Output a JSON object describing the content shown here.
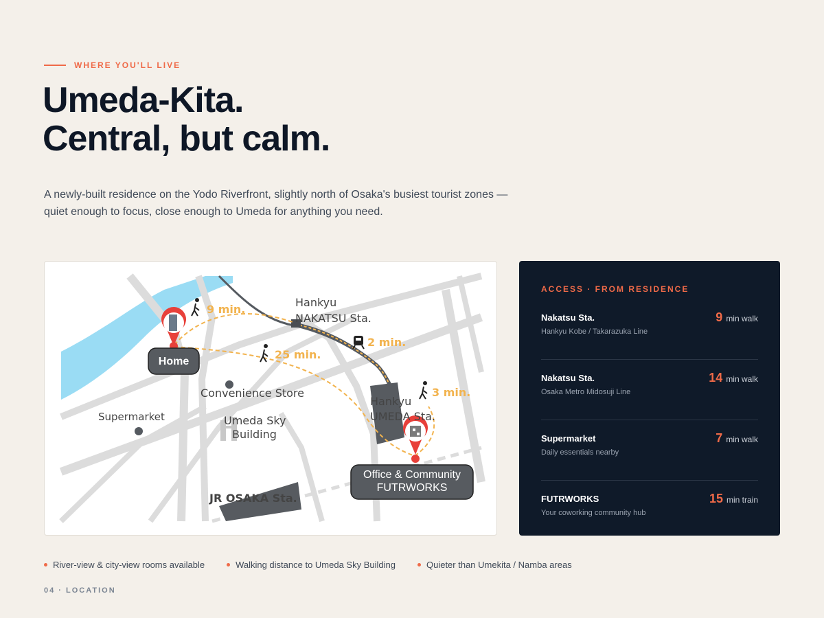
{
  "eyebrow": "WHERE YOU'LL LIVE",
  "title": {
    "line1": "Umeda-Kita.",
    "line2": "Central, but calm."
  },
  "lede": "A newly-built residence on the Yodo Riverfront, slightly north of Osaka's busiest tourist zones — quiet enough to focus, close enough to Umeda for anything you need.",
  "map": {
    "home": "Home",
    "hankyu_nakatsu": [
      "Hankyu",
      "NAKATSU Sta."
    ],
    "hankyu_umeda": [
      "Hankyu",
      "UMEDA Sta."
    ],
    "convenience": "Convenience Store",
    "supermarket": "Supermarket",
    "sky_building": [
      "Umeda Sky",
      "Building"
    ],
    "office": [
      "Office & Community",
      "FUTRWORKS"
    ],
    "jr": "JR OSAKA Sta.",
    "t9": "9 min.",
    "t25": "25 min.",
    "t2": "2 min.",
    "t3": "3 min.",
    "colors": {
      "river": "#9adcf4",
      "route": "#f2b34e",
      "pin": "#e8403a",
      "road": "#dcdcdc"
    }
  },
  "access": {
    "heading": "ACCESS · FROM RESIDENCE",
    "rows": [
      {
        "name": "Nakatsu Sta.",
        "sub": "Hankyu Kobe / Takarazuka Line",
        "num": "9",
        "unit": "min walk"
      },
      {
        "name": "Nakatsu Sta.",
        "sub": "Osaka Metro Midosuji Line",
        "num": "14",
        "unit": "min walk"
      },
      {
        "name": "Supermarket",
        "sub": "Daily essentials nearby",
        "num": "7",
        "unit": "min walk"
      },
      {
        "name": "FUTRWORKS",
        "sub": "Your coworking community hub",
        "num": "15",
        "unit": "min train"
      }
    ]
  },
  "features": [
    "River-view & city-view rooms available",
    "Walking distance to Umeda Sky Building",
    "Quieter than Umekita / Namba areas"
  ],
  "footer": "04 · LOCATION",
  "accent": "#ef6a48",
  "dark_panel": "#0f1a29"
}
